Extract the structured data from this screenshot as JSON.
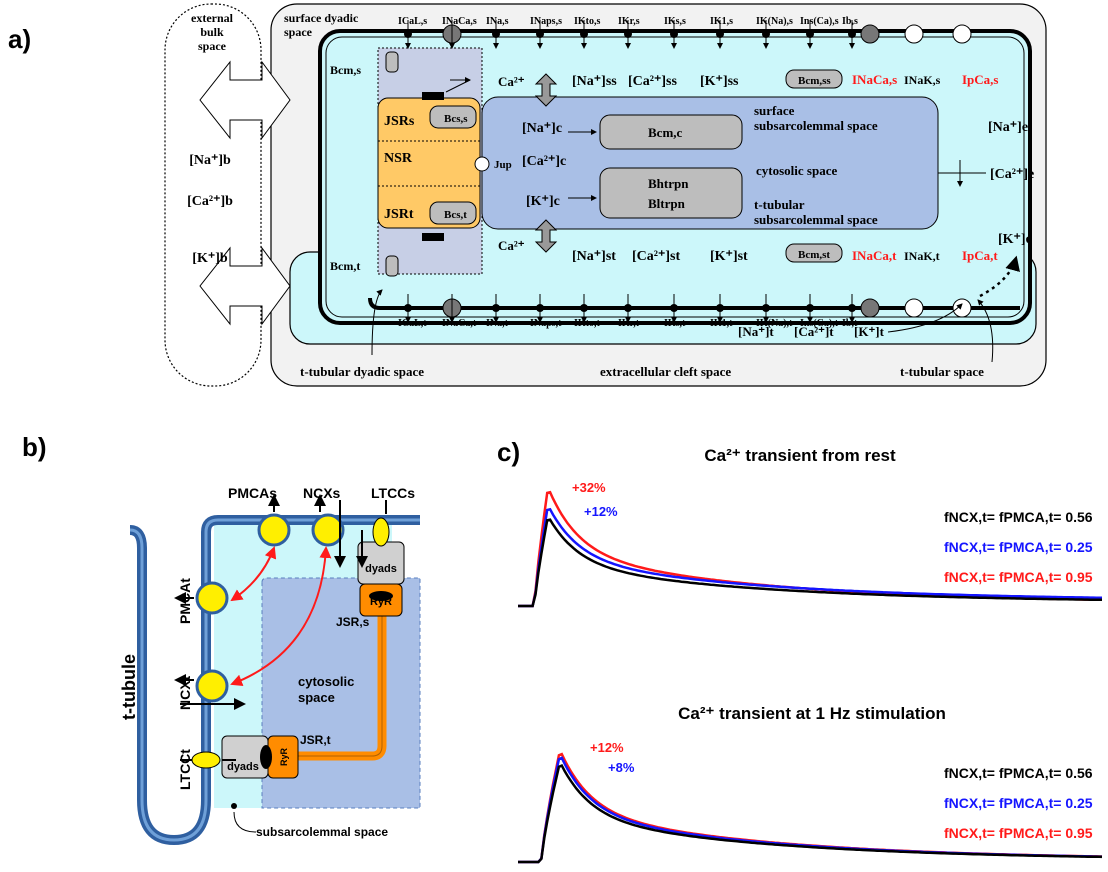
{
  "panels": {
    "a": "a)",
    "b": "b)",
    "c": "c)"
  },
  "colors": {
    "red": "#ff1a1a",
    "blue": "#1515ff",
    "black": "#000000",
    "orange": "#ff8c00",
    "cyan": "#ccf7fa",
    "cytosol": "#a9bfe6",
    "sr": "#ffc966"
  },
  "a": {
    "external_bulk": [
      "external",
      "bulk",
      "space"
    ],
    "surface_dyadic": [
      "surface dyadic",
      "space"
    ],
    "bulk_conc": [
      "[Na⁺]b",
      "[Ca²⁺]b",
      "[K⁺]b"
    ],
    "surface_currents": [
      "ICaL,s",
      "INaCa,s",
      "INa,s",
      "INaps,s",
      "IKto,s",
      "IKr,s",
      "IKs,s",
      "IK1,s",
      "IK(Na),s",
      "Ins(Ca),s",
      "Ib,s"
    ],
    "tt_currents": [
      "ICaL,t",
      "INaCa,t",
      "INa,t",
      "INaps,t",
      "IKto,t",
      "IKr,t",
      "IKs,t",
      "IK1,t",
      "IK(Na),t",
      "Ins(Ca),t",
      "Ib,t"
    ],
    "pump_s": [
      "INaCa,s",
      "INaK,s",
      "IpCa,s"
    ],
    "pump_t": [
      "INaCa,t",
      "INaK,t",
      "IpCa,t"
    ],
    "bcm_s": "Bcm,s",
    "bcm_t": "Bcm,t",
    "ca_ss": "Ca²⁺",
    "ss_conc": [
      "[Na⁺]ss",
      "[Ca²⁺]ss",
      "[K⁺]ss"
    ],
    "st_conc": [
      "[Na⁺]st",
      "[Ca²⁺]st",
      "[K⁺]st"
    ],
    "bcm_ss": "Bcm,ss",
    "bcm_st": "Bcm,st",
    "jsr_s": "JSRs",
    "jsr_t": "JSRt",
    "nsr": "NSR",
    "bcs_s": "Bcs,s",
    "bcs_t": "Bcs,t",
    "jup": "Jup",
    "cyto_conc": [
      "[Na⁺]c",
      "[Ca²⁺]c",
      "[K⁺]c"
    ],
    "bcm_c": "Bcm,c",
    "bhtrpn": "Bhtrpn",
    "bltrpn": "Bltrpn",
    "surface_ssl": [
      "surface",
      "subsarcolemmal space"
    ],
    "cytosolic": "cytosolic space",
    "tt_ssl": [
      "t-tubular",
      "subsarcolemmal space"
    ],
    "ext_conc": [
      "[Na⁺]e",
      "[Ca²⁺]e",
      "[K⁺]e"
    ],
    "tt_conc": [
      "[Na⁺]t",
      "[Ca²⁺]t",
      "[K⁺]t"
    ],
    "bottom_labels": [
      "t-tubular dyadic space",
      "extracellular cleft space",
      "t-tubular space"
    ]
  },
  "b": {
    "pmca_s": "PMCAs",
    "ncx_s": "NCXs",
    "ltcc_s": "LTCCs",
    "pmca_t": "PMCAt",
    "ncx_t": "NCXt",
    "ltcc_t": "LTCCt",
    "ttubule": "t-tubule",
    "dyads": "dyads",
    "ryr": "RyR",
    "jsr_s": "JSR,s",
    "jsr_t": "JSR,t",
    "cytosolic": [
      "cytosolic",
      "space"
    ],
    "subsarcolemmal": "subsarcolemmal space"
  },
  "c": {
    "chart_data": [
      {
        "type": "line",
        "title": "Ca²⁺ transient from rest",
        "xlabel": "",
        "ylabel": "",
        "series": [
          {
            "name": "fNCX,t= fPMCA,t= 0.56",
            "color": "#000000",
            "peak": 1.0,
            "baseline": 0.0,
            "tail": 0.04
          },
          {
            "name": "fNCX,t= fPMCA,t= 0.25",
            "color": "#1515ff",
            "peak": 1.12,
            "baseline": 0.0,
            "tail": 0.06
          },
          {
            "name": "fNCX,t= fPMCA,t= 0.95",
            "color": "#ff1a1a",
            "peak": 1.32,
            "baseline": 0.0,
            "tail": 0.03
          }
        ],
        "annotations": [
          "+32%",
          "+12%"
        ]
      },
      {
        "type": "line",
        "title": "Ca²⁺ transient at 1 Hz stimulation",
        "xlabel": "",
        "ylabel": "",
        "series": [
          {
            "name": "fNCX,t= fPMCA,t= 0.56",
            "color": "#000000",
            "peak": 1.0,
            "baseline": 0.0,
            "tail": 0.02
          },
          {
            "name": "fNCX,t= fPMCA,t= 0.25",
            "color": "#1515ff",
            "peak": 1.08,
            "baseline": 0.0,
            "tail": 0.02
          },
          {
            "name": "fNCX,t= fPMCA,t= 0.95",
            "color": "#ff1a1a",
            "peak": 1.12,
            "baseline": 0.0,
            "tail": 0.02
          }
        ],
        "annotations": [
          "+12%",
          "+8%"
        ]
      }
    ],
    "legend_prefix": "f",
    "legend_values": [
      "0.56",
      "0.25",
      "0.95"
    ]
  }
}
